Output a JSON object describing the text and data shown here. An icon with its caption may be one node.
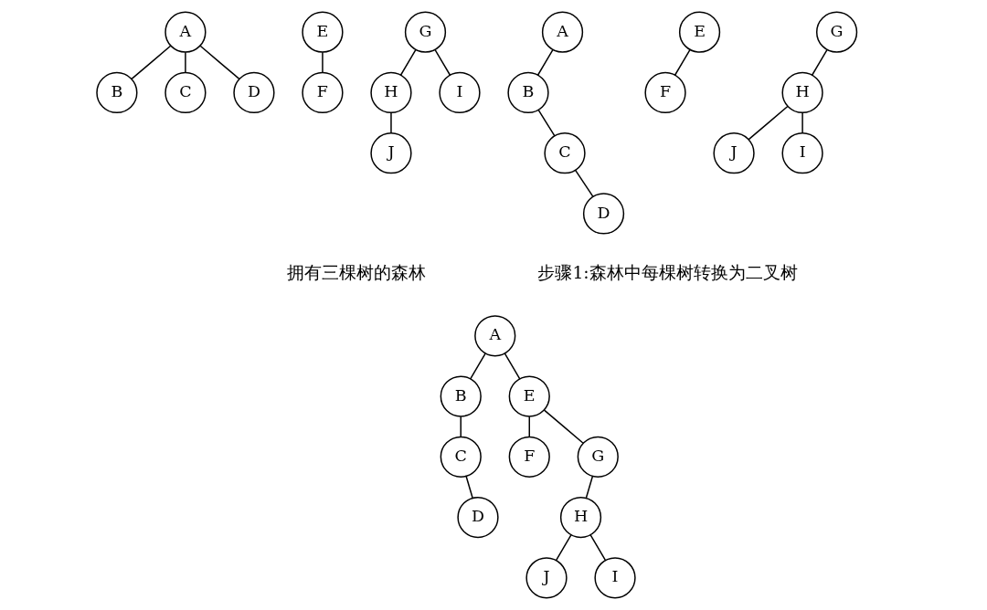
{
  "diagram": {
    "nodes": [
      {
        "text": [
          "A"
        ]
      },
      {
        "text": [
          "B"
        ]
      },
      {
        "text": [
          "C"
        ]
      },
      {
        "text": [
          "D"
        ]
      },
      {
        "text": [
          "E"
        ]
      },
      {
        "text": [
          "F"
        ]
      },
      {
        "text": [
          "G"
        ]
      },
      {
        "text": [
          "H"
        ]
      },
      {
        "text": [
          "I"
        ]
      },
      {
        "text": [
          "J"
        ]
      },
      {
        "text": [
          "A"
        ]
      },
      {
        "text": [
          "B"
        ]
      },
      {
        "text": [
          "C"
        ]
      },
      {
        "text": [
          "D"
        ]
      },
      {
        "text": [
          "E"
        ]
      },
      {
        "text": [
          "F"
        ]
      },
      {
        "text": [
          "G"
        ]
      },
      {
        "text": [
          "H"
        ]
      },
      {
        "text": [
          "J"
        ]
      },
      {
        "text": [
          "I"
        ]
      },
      {
        "text": [
          "A"
        ]
      },
      {
        "text": [
          "B"
        ]
      },
      {
        "text": [
          "E"
        ]
      },
      {
        "text": [
          "C"
        ]
      },
      {
        "text": [
          "F"
        ]
      },
      {
        "text": [
          "G"
        ]
      },
      {
        "text": [
          "D"
        ]
      },
      {
        "text": [
          "H"
        ]
      },
      {
        "text": [
          "J"
        ]
      },
      {
        "text": [
          "I"
        ]
      }
    ],
    "edges": [
      {
        "from": 0,
        "to": 1,
        "arrow": "none"
      },
      {
        "from": 0,
        "to": 2,
        "arrow": "none"
      },
      {
        "from": 0,
        "to": 3,
        "arrow": "none"
      },
      {
        "from": 4,
        "to": 5,
        "arrow": "none"
      },
      {
        "from": 6,
        "to": 7,
        "arrow": "none"
      },
      {
        "from": 6,
        "to": 8,
        "arrow": "none"
      },
      {
        "from": 7,
        "to": 9,
        "arrow": "none"
      },
      {
        "from": 10,
        "to": 11,
        "arrow": "none"
      },
      {
        "from": 11,
        "to": 12,
        "arrow": "none"
      },
      {
        "from": 12,
        "to": 13,
        "arrow": "none"
      },
      {
        "from": 14,
        "to": 15,
        "arrow": "none"
      },
      {
        "from": 16,
        "to": 17,
        "arrow": "none"
      },
      {
        "from": 17,
        "to": 18,
        "arrow": "none"
      },
      {
        "from": 17,
        "to": 19,
        "arrow": "none"
      },
      {
        "from": 20,
        "to": 21,
        "arrow": "none"
      },
      {
        "from": 20,
        "to": 22,
        "arrow": "none"
      },
      {
        "from": 21,
        "to": 23,
        "arrow": "none"
      },
      {
        "from": 22,
        "to": 24,
        "arrow": "none"
      },
      {
        "from": 22,
        "to": 25,
        "arrow": "none"
      },
      {
        "from": 23,
        "to": 26,
        "arrow": "none"
      },
      {
        "from": 25,
        "to": 27,
        "arrow": "none"
      },
      {
        "from": 27,
        "to": 28,
        "arrow": "none"
      },
      {
        "from": 27,
        "to": 29,
        "arrow": "none"
      }
    ],
    "labels": [
      "拥有三棵树的森林",
      "步骤1:森林中每棵树转换为二叉树"
    ]
  }
}
